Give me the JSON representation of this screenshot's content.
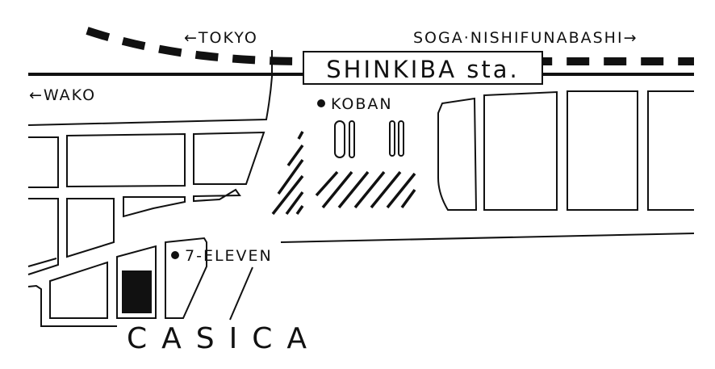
{
  "labels": {
    "tokyo": "←TOKYO",
    "soga": "SOGA·NISHIFUNABASHI→",
    "station": "SHINKIBA sta.",
    "wako": "←WAKO",
    "koban": "KOBAN",
    "seven_eleven": "7-ELEVEN",
    "casica": "CASICA"
  },
  "colors": {
    "ink": "#111111",
    "background": "#ffffff"
  }
}
